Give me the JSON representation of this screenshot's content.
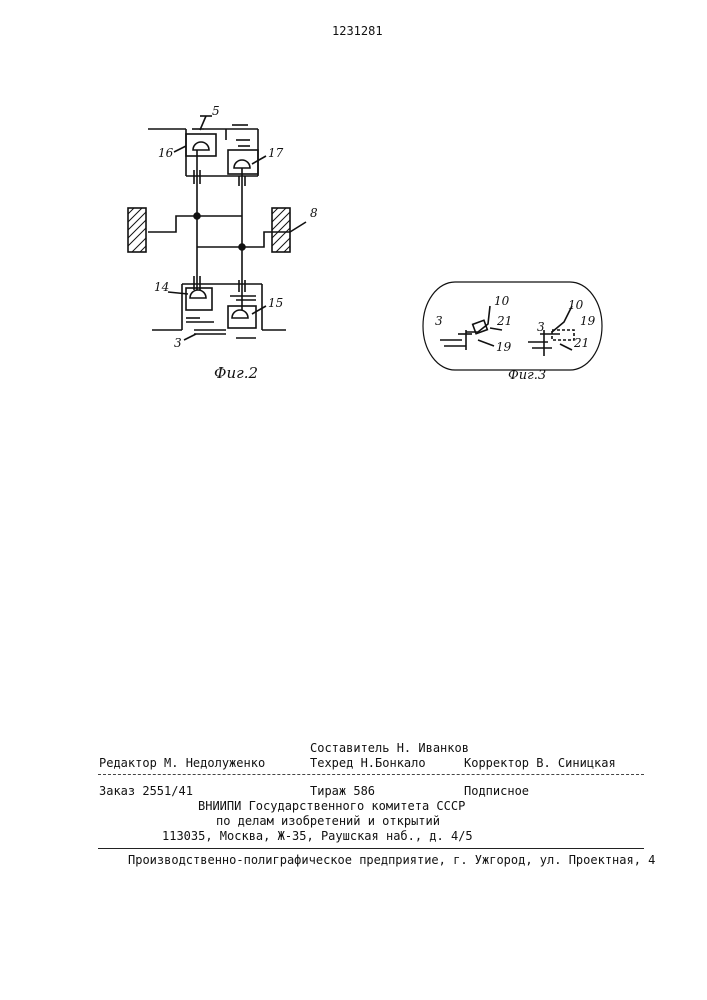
{
  "header": {
    "patent_number": "1231281"
  },
  "figure2": {
    "caption": "Фиг.2",
    "labels": {
      "l5": "5",
      "l16": "16",
      "l17": "17",
      "l8": "8",
      "l14": "14",
      "l15": "15",
      "l3": "3"
    }
  },
  "figure3": {
    "caption": "Фиг.3",
    "labels": {
      "l10a": "10",
      "l21a": "21",
      "l3a": "3",
      "l19a": "19",
      "l10b": "10",
      "l3b": "3",
      "l19b": "19",
      "l21b": "21"
    }
  },
  "footer": {
    "editor": "Редактор М. Недолуженко",
    "compiler": "Составитель Н. Иванков",
    "techred": "Техред Н.Бонкало",
    "corrector": "Корректор В. Синицкая",
    "order": "Заказ 2551/41",
    "circulation": "Тираж 586",
    "subscription": "Подписное",
    "org_line1": "ВНИИПИ Государственного комитета СССР",
    "org_line2": "по делам изобретений и открытий",
    "org_address": "113035, Москва, Ж-35, Раушская наб., д. 4/5",
    "printer": "Производственно-полиграфическое предприятие, г. Ужгород, ул. Проектная, 4"
  }
}
